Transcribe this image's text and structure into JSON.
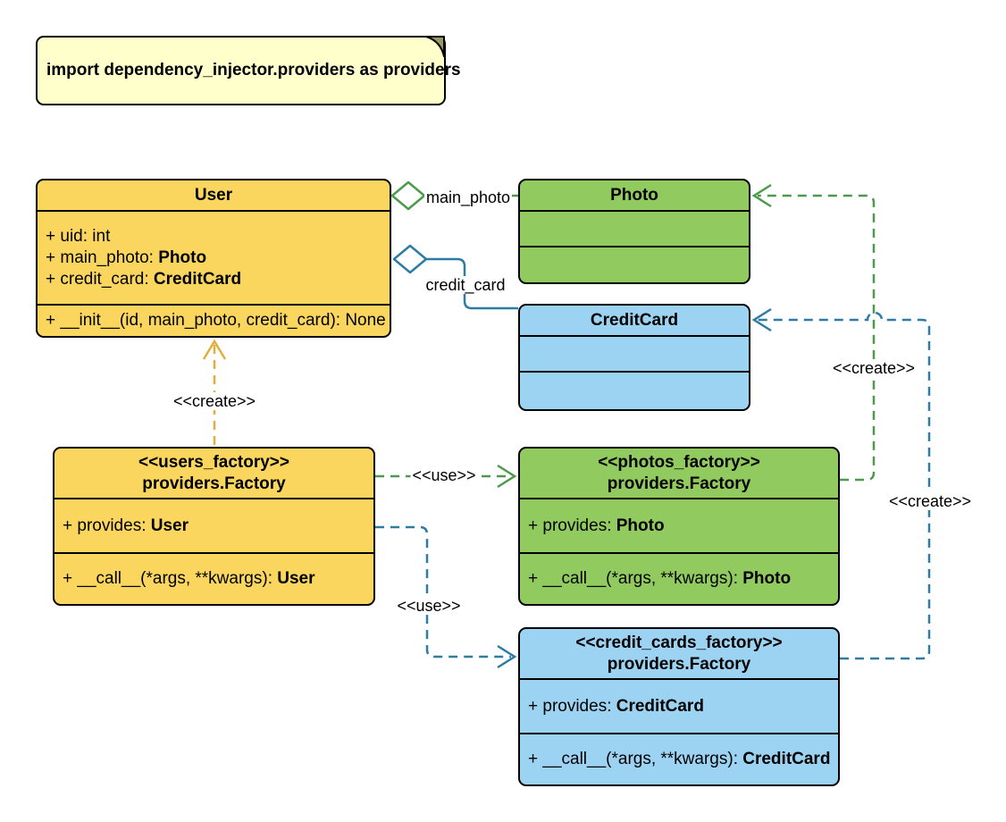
{
  "note": {
    "text": "import dependency_injector.providers as providers"
  },
  "classes": {
    "user": {
      "name": "User",
      "attributes": [
        {
          "plain": "+ uid: int",
          "bold": ""
        },
        {
          "plain": "+ main_photo: ",
          "bold": "Photo"
        },
        {
          "plain": "+ credit_card: ",
          "bold": "CreditCard"
        }
      ],
      "methods": [
        {
          "plain": "+ __init__(id, main_photo, credit_card): None",
          "bold": ""
        }
      ]
    },
    "photo": {
      "name": "Photo"
    },
    "credit_card": {
      "name": "CreditCard"
    },
    "users_factory": {
      "stereotype": "<<users_factory>>",
      "name": "providers.Factory",
      "attributes": [
        {
          "plain": "+ provides: ",
          "bold": "User"
        }
      ],
      "methods": [
        {
          "plain": "+ __call__(*args, **kwargs): ",
          "bold": "User"
        }
      ]
    },
    "photos_factory": {
      "stereotype": "<<photos_factory>>",
      "name": "providers.Factory",
      "attributes": [
        {
          "plain": "+ provides: ",
          "bold": "Photo"
        }
      ],
      "methods": [
        {
          "plain": "+ __call__(*args, **kwargs): ",
          "bold": "Photo"
        }
      ]
    },
    "credit_cards_factory": {
      "stereotype": "<<credit_cards_factory>>",
      "name": "providers.Factory",
      "attributes": [
        {
          "plain": "+ provides: ",
          "bold": "CreditCard"
        }
      ],
      "methods": [
        {
          "plain": "+ __call__(*args, **kwargs): ",
          "bold": "CreditCard"
        }
      ]
    }
  },
  "edge_labels": {
    "main_photo": "main_photo",
    "credit_card": "credit_card",
    "create_user": "<<create>>",
    "create_photo": "<<create>>",
    "create_credit_card": "<<create>>",
    "use_photos": "<<use>>",
    "use_credit_cards": "<<use>>"
  },
  "colors": {
    "yellow_fill": "#FBD65F",
    "green_fill": "#91CB5F",
    "blue_fill": "#9CD3F2",
    "note_fill": "#FFFFCC",
    "note_fold": "#999966",
    "yellow_edge": "#E3AE3B",
    "green_edge": "#4C9A4C",
    "blue_edge": "#2C7CA5",
    "border": "#000000",
    "diamond_fill": "#FFFFFF"
  }
}
